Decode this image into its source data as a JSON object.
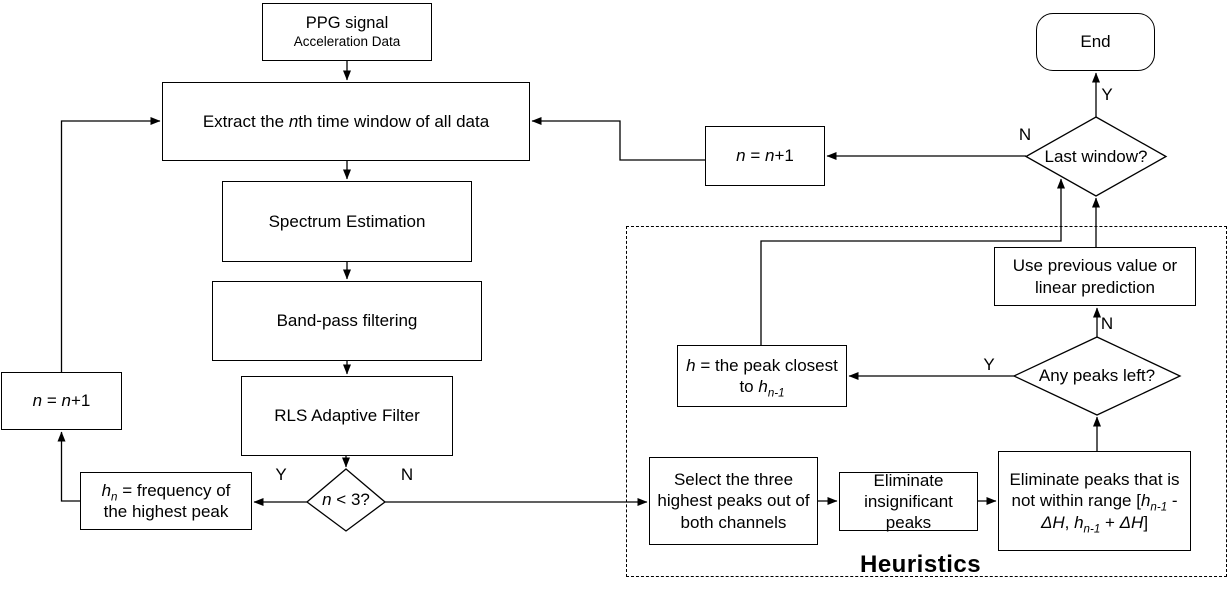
{
  "colors": {
    "background": "#ffffff",
    "stroke": "#000000",
    "text": "#000000"
  },
  "section": {
    "heuristics_label": "Heuristics"
  },
  "yn": {
    "yes": "Y",
    "no": "N"
  },
  "nodes": {
    "ppg": {
      "line1": "PPG signal",
      "line2": "Acceleration Data"
    },
    "extract": {
      "rich": [
        [
          "Extract the ",
          {
            "t": "n",
            "i": true
          },
          "th time window of all data"
        ]
      ]
    },
    "spectrum": {
      "label": "Spectrum Estimation"
    },
    "bandpass": {
      "label": "Band-pass filtering"
    },
    "rls": {
      "label": "RLS Adaptive Filter"
    },
    "n_lt_3": {
      "rich": [
        [
          {
            "t": "n",
            "i": true
          },
          " < 3?"
        ]
      ]
    },
    "hn_freq": {
      "rich": [
        [
          {
            "t": "h",
            "i": true
          },
          {
            "t": "n",
            "i": true,
            "sub": true
          },
          " = frequency of"
        ],
        [
          "the highest peak"
        ]
      ]
    },
    "n_inc_left": {
      "rich": [
        [
          {
            "t": "n",
            "i": true
          },
          " = ",
          {
            "t": "n",
            "i": true
          },
          "+1"
        ]
      ]
    },
    "n_inc_right": {
      "rich": [
        [
          {
            "t": "n",
            "i": true
          },
          " = ",
          {
            "t": "n",
            "i": true
          },
          "+1"
        ]
      ]
    },
    "end": {
      "label": "End"
    },
    "last_window": {
      "label": "Last window?"
    },
    "use_prev": {
      "rich": [
        [
          "Use previous value or"
        ],
        [
          "linear prediction"
        ]
      ]
    },
    "any_peaks": {
      "label": "Any peaks left?"
    },
    "h_closest": {
      "rich": [
        [
          {
            "t": "h",
            "i": true
          },
          " = the peak closest"
        ],
        [
          "to ",
          {
            "t": "h",
            "i": true
          },
          {
            "t": "n-1",
            "i": true,
            "sub": true
          }
        ]
      ]
    },
    "select_three": {
      "rich": [
        [
          "Select the three"
        ],
        [
          "highest peaks out of"
        ],
        [
          "both channels"
        ]
      ]
    },
    "elim_insig": {
      "rich": [
        [
          "Eliminate"
        ],
        [
          "insignificant"
        ],
        [
          "peaks"
        ]
      ]
    },
    "elim_range": {
      "rich": [
        [
          "Eliminate peaks that is"
        ],
        [
          "not within range [",
          {
            "t": "h",
            "i": true
          },
          {
            "t": "n-1",
            "i": true,
            "sub": true
          },
          " -"
        ],
        [
          {
            "t": "ΔH",
            "i": true
          },
          ", ",
          {
            "t": "h",
            "i": true
          },
          {
            "t": "n-1",
            "i": true,
            "sub": true
          },
          " + ",
          {
            "t": "ΔH",
            "i": true
          },
          "]"
        ]
      ]
    }
  },
  "edges": [
    {
      "from": "ppg",
      "to": "extract"
    },
    {
      "from": "extract",
      "to": "spectrum"
    },
    {
      "from": "spectrum",
      "to": "bandpass"
    },
    {
      "from": "bandpass",
      "to": "rls"
    },
    {
      "from": "rls",
      "to": "n_lt_3"
    },
    {
      "from": "n_lt_3",
      "to": "hn_freq",
      "branch": "Y"
    },
    {
      "from": "n_lt_3",
      "to": "select_three",
      "branch": "N"
    },
    {
      "from": "hn_freq",
      "to": "n_inc_left"
    },
    {
      "from": "n_inc_left",
      "to": "extract"
    },
    {
      "from": "select_three",
      "to": "elim_insig"
    },
    {
      "from": "elim_insig",
      "to": "elim_range"
    },
    {
      "from": "elim_range",
      "to": "any_peaks"
    },
    {
      "from": "any_peaks",
      "to": "h_closest",
      "branch": "Y"
    },
    {
      "from": "any_peaks",
      "to": "use_prev",
      "branch": "N"
    },
    {
      "from": "use_prev",
      "to": "last_window"
    },
    {
      "from": "h_closest",
      "to": "last_window"
    },
    {
      "from": "last_window",
      "to": "n_inc_right",
      "branch": "N"
    },
    {
      "from": "n_inc_right",
      "to": "extract"
    },
    {
      "from": "last_window",
      "to": "end",
      "branch": "Y"
    }
  ]
}
